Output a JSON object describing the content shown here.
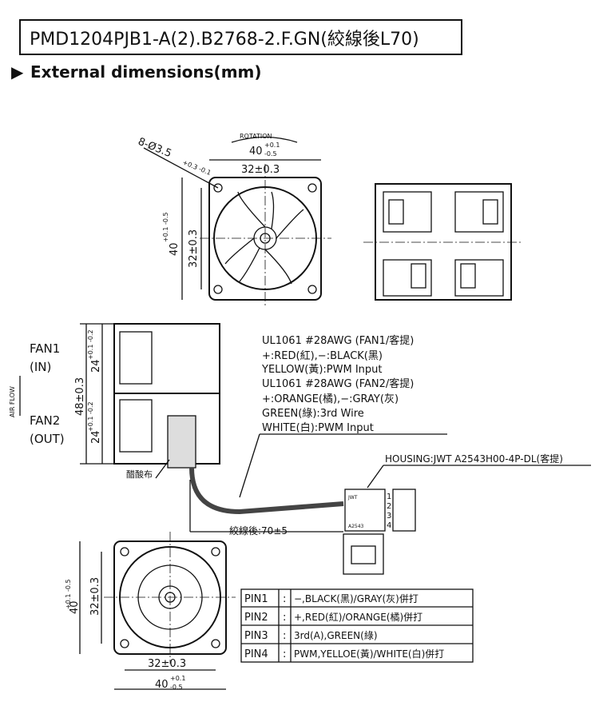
{
  "title": "PMD1204PJB1-A(2).B2768-2.F.GN(絞線後L70)",
  "section_heading": "External dimensions(mm)",
  "front_view": {
    "rotation": "ROTATION",
    "hole_spec": "8-Ø3.5",
    "hole_tol": "+0.3 -0.1",
    "width_outer": "40",
    "width_outer_tol_up": "+0.1",
    "width_outer_tol_dn": "-0.5",
    "hole_pitch": "32±0.3",
    "height_outer": "40",
    "height_outer_tol": "+0.1 -0.5",
    "height_pitch": "32±0.3"
  },
  "side_view": {
    "fan1_label": "FAN1",
    "fan1_sub": "(IN)",
    "fan2_label": "FAN2",
    "fan2_sub": "(OUT)",
    "airflow": "AIR FLOW",
    "total_height": "48±0.3",
    "fan1_height": "24",
    "fan1_tol": "+0.1 -0.2",
    "fan2_height": "24",
    "fan2_tol": "+0.1 -0.2",
    "sleeve_label": "醋酸布"
  },
  "wire_notes": [
    "UL1061  #28AWG  (FAN1/客提)",
    "+:RED(紅),−:BLACK(黑)",
    "YELLOW(黃):PWM  Input",
    "UL1061  #28AWG  (FAN2/客提)",
    "+:ORANGE(橘),−:GRAY(灰)",
    "GREEN(綠):3rd  Wire",
    "WHITE(白):PWM  Input"
  ],
  "housing": "HOUSING:JWT  A2543H00-4P-DL(客提)",
  "connector": {
    "brand": "JWT",
    "model": "A2543",
    "pins": [
      "1",
      "2",
      "3",
      "4"
    ]
  },
  "cable_length": "絞線後:70±5",
  "bottom_view": {
    "height": "40",
    "height_tol": "+0.1 -0.5",
    "pitch_v": "32±0.3",
    "pitch_h": "32±0.3",
    "width": "40",
    "width_tol_up": "+0.1",
    "width_tol_dn": "-0.5"
  },
  "pin_table": [
    {
      "pin": "PIN1",
      "sep": ":",
      "desc": "−,BLACK(黑)/GRAY(灰)併打"
    },
    {
      "pin": "PIN2",
      "sep": ":",
      "desc": "+,RED(紅)/ORANGE(橘)併打"
    },
    {
      "pin": "PIN3",
      "sep": ":",
      "desc": "3rd(A),GREEN(綠)"
    },
    {
      "pin": "PIN4",
      "sep": ":",
      "desc": "PWM,YELLOE(黃)/WHITE(白)併打"
    }
  ]
}
